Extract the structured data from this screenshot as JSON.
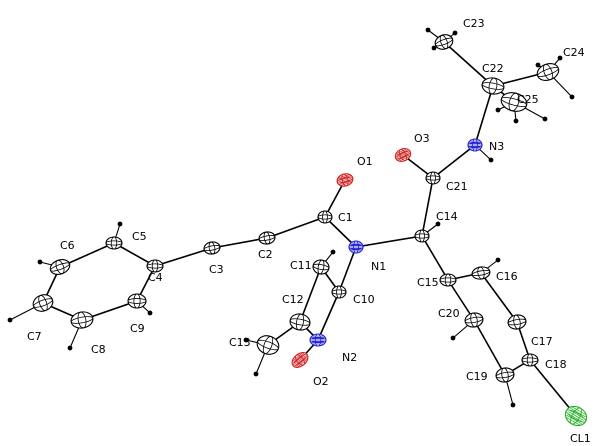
{
  "molecule": {
    "colors": {
      "carbon": "#000000",
      "nitrogen": "#2020d0",
      "oxygen": "#d02020",
      "chlorine": "#20b020",
      "hydrogen": "#000000"
    },
    "atom_labels": [
      "C23",
      "C24",
      "C22",
      "C25",
      "O3",
      "N3",
      "O1",
      "C21",
      "C1",
      "C14",
      "C5",
      "C6",
      "C2",
      "C3",
      "C4",
      "N1",
      "C11",
      "C15",
      "C16",
      "C10",
      "C12",
      "C20",
      "C9",
      "C7",
      "C8",
      "C17",
      "C13",
      "N2",
      "C18",
      "O2",
      "C19",
      "CL1"
    ]
  }
}
